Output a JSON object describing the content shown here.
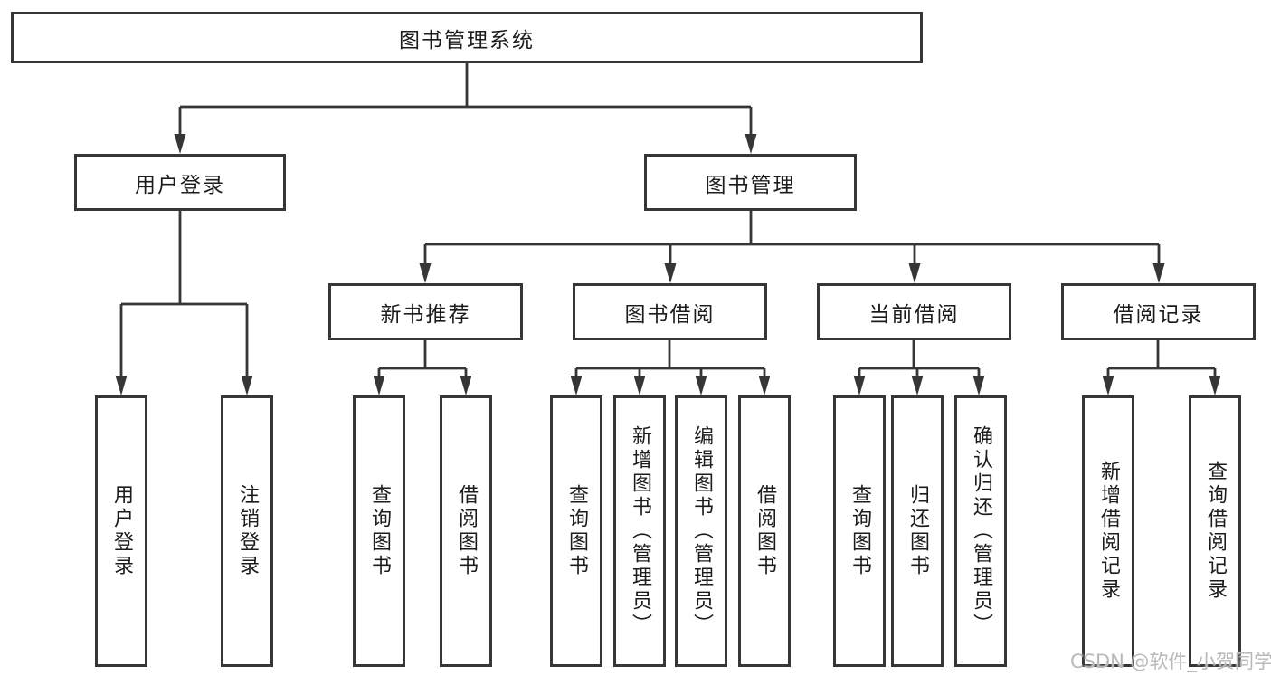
{
  "diagram": {
    "root": {
      "label": "图书管理系统"
    },
    "level2": [
      {
        "id": "user-login",
        "label": "用户登录",
        "parent": "图书管理系统"
      },
      {
        "id": "book-management",
        "label": "图书管理",
        "parent": "图书管理系统"
      }
    ],
    "level3": [
      {
        "id": "new-book-recommendation",
        "label": "新书推荐",
        "parent": "图书管理"
      },
      {
        "id": "book-borrowing",
        "label": "图书借阅",
        "parent": "图书管理"
      },
      {
        "id": "current-borrowing",
        "label": "当前借阅",
        "parent": "图书管理"
      },
      {
        "id": "borrowing-records",
        "label": "借阅记录",
        "parent": "图书管理"
      }
    ],
    "leaves": [
      {
        "label": "用户登录",
        "parent": "用户登录"
      },
      {
        "label": "注销登录",
        "parent": "用户登录"
      },
      {
        "label": "查询图书",
        "parent": "新书推荐"
      },
      {
        "label": "借阅图书",
        "parent": "新书推荐"
      },
      {
        "label": "查询图书",
        "parent": "图书借阅"
      },
      {
        "label": "新增图书（管理员）",
        "parent": "图书借阅"
      },
      {
        "label": "编辑图书（管理员）",
        "parent": "图书借阅"
      },
      {
        "label": "借阅图书",
        "parent": "图书借阅"
      },
      {
        "label": "查询图书",
        "parent": "当前借阅"
      },
      {
        "label": "归还图书",
        "parent": "当前借阅"
      },
      {
        "label": "确认归还（管理员）",
        "parent": "当前借阅"
      },
      {
        "label": "新增借阅记录",
        "parent": "借阅记录"
      },
      {
        "label": "查询借阅记录",
        "parent": "借阅记录"
      }
    ],
    "watermark": "CSDN @软件_小贺同学",
    "colors": {
      "line": "#363636",
      "box_border": "#363636",
      "box_fill": "#ffffff",
      "text": "#1c1c1c",
      "watermark": "#b9b9b9",
      "background": "#ffffff"
    }
  }
}
